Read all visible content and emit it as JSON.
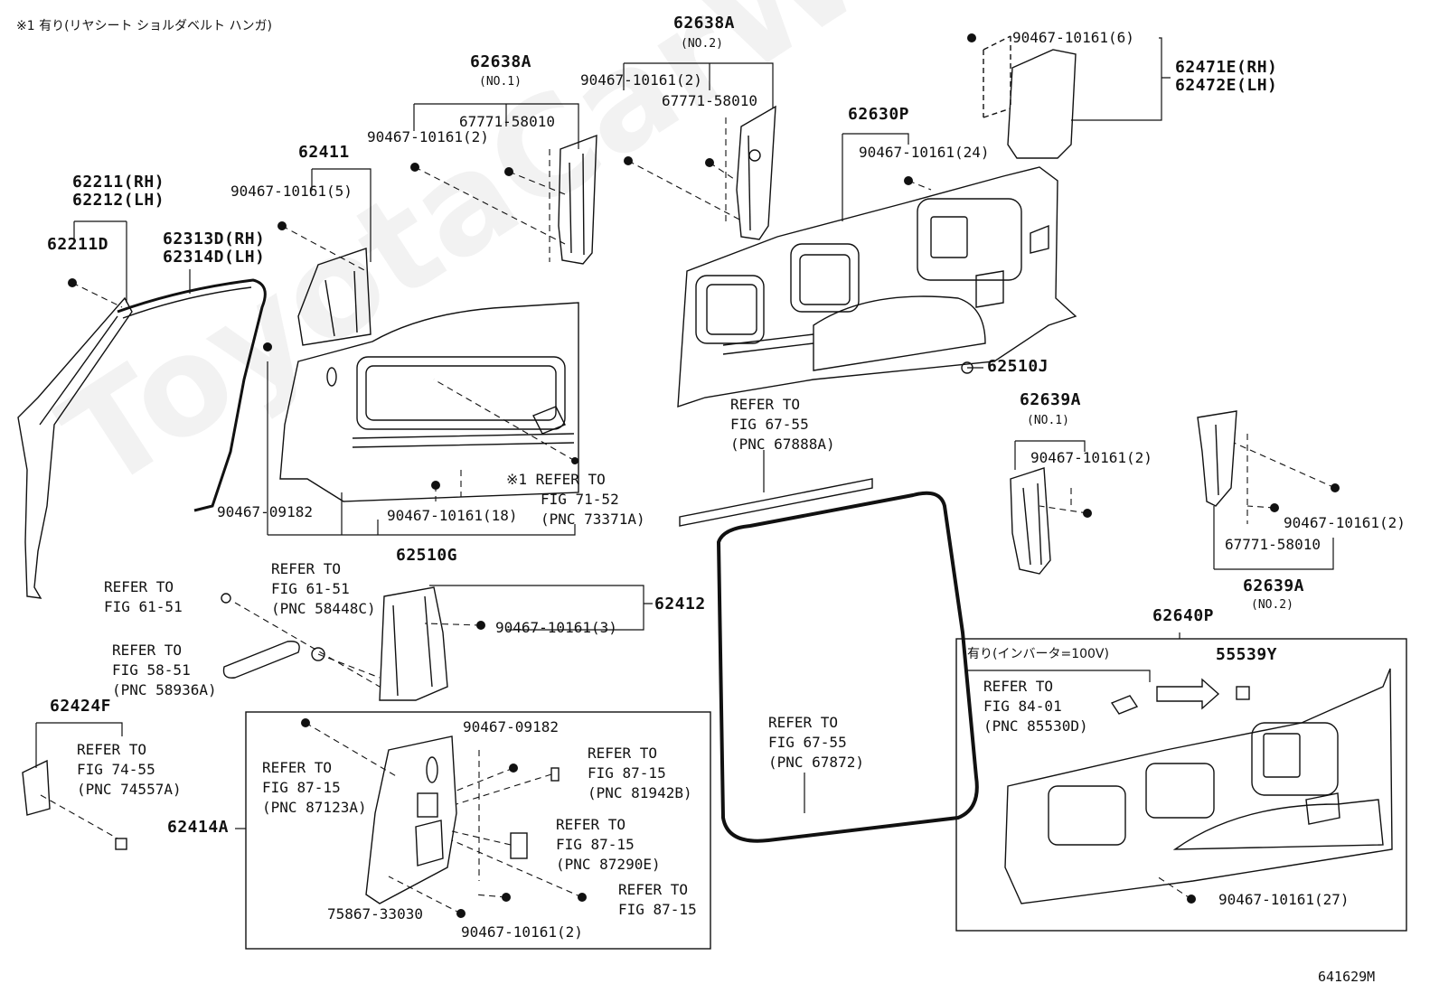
{
  "header_note": "※1 有り(リヤシート ショルダベルト ハンガ)",
  "figure_code": "641629M",
  "watermark": "ToyotaCarWire.ru",
  "labels": {
    "l62211rh": "62211(RH)",
    "l62212lh": "62212(LH)",
    "l62211d": "62211D",
    "l62313d": "62313D(RH)",
    "l62314d": "62314D(LH)",
    "l62411": "62411",
    "l90467_5": "90467-10161(5)",
    "l62638a_1": "62638A",
    "l62638a_1sub": "(NO.1)",
    "l67771_a": "67771-58010",
    "l90467_2a": "90467-10161(2)",
    "l62638a_2": "62638A",
    "l62638a_2sub": "(NO.2)",
    "l90467_2b": "90467-10161(2)",
    "l67771_b": "67771-58010",
    "l90467_6": "90467-10161(6)",
    "l62471e": "62471E(RH)",
    "l62472e": "62472E(LH)",
    "l62630p": "62630P",
    "l90467_24": "90467-10161(24)",
    "l62510j": "62510J",
    "l_refer_67888_1": "REFER TO",
    "l_refer_67888_2": "FIG 67-55",
    "l_refer_67888_3": "(PNC 67888A)",
    "l62639a_1": "62639A",
    "l62639a_1sub": "(NO.1)",
    "l90467_2c": "90467-10161(2)",
    "l90467_2d": "90467-10161(2)",
    "l67771_c": "67771-58010",
    "l62639a_2": "62639A",
    "l62639a_2sub": "(NO.2)",
    "l90467_09182a": "90467-09182",
    "l90467_18": "90467-10161(18)",
    "l_refer_73371_1": "※1 REFER TO",
    "l_refer_73371_2": "FIG 71-52",
    "l_refer_73371_3": "(PNC 73371A)",
    "l62510g": "62510G",
    "l_refer_6151_1": "REFER TO",
    "l_refer_6151_2": "FIG 61-51",
    "l_refer_58448_1": "REFER TO",
    "l_refer_58448_2": "FIG 61-51",
    "l_refer_58448_3": "(PNC 58448C)",
    "l62412": "62412",
    "l90467_3": "90467-10161(3)",
    "l_refer_58936_1": "REFER TO",
    "l_refer_58936_2": "FIG 58-51",
    "l_refer_58936_3": "(PNC 58936A)",
    "l62424f": "62424F",
    "l_refer_74557_1": "REFER TO",
    "l_refer_74557_2": "FIG 74-55",
    "l_refer_74557_3": "(PNC 74557A)",
    "l62414a": "62414A",
    "l90467_09182b": "90467-09182",
    "l_refer_87123_1": "REFER TO",
    "l_refer_87123_2": "FIG 87-15",
    "l_refer_87123_3": "(PNC 87123A)",
    "l_refer_81942_1": "REFER TO",
    "l_refer_81942_2": "FIG 87-15",
    "l_refer_81942_3": "(PNC 81942B)",
    "l_refer_87290_1": "REFER TO",
    "l_refer_87290_2": "FIG 87-15",
    "l_refer_87290_3": "(PNC 87290E)",
    "l_refer_8715_1": "REFER TO",
    "l_refer_8715_2": "FIG 87-15",
    "l75867": "75867-33030",
    "l90467_2e": "90467-10161(2)",
    "l_refer_67872_1": "REFER TO",
    "l_refer_67872_2": "FIG 67-55",
    "l_refer_67872_3": "(PNC 67872)",
    "l62640p": "62640P",
    "l_inverter": "有り(インバータ=100V)",
    "l55539y": "55539Y",
    "l_refer_85530_1": "REFER TO",
    "l_refer_85530_2": "FIG 84-01",
    "l_refer_85530_3": "(PNC 85530D)",
    "l90467_27": "90467-10161(27)"
  }
}
